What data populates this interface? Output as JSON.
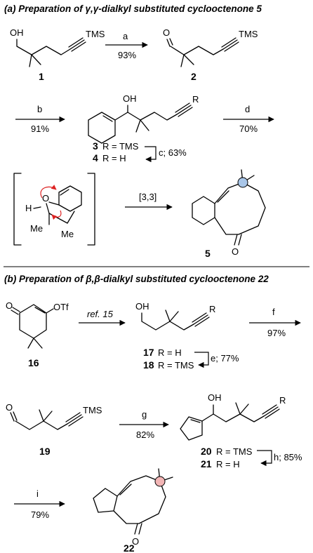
{
  "panel_a": {
    "title": "(a) Preparation of γ,γ-dialkyl substituted cyclooctenone 5",
    "tms": "TMS",
    "oh": "OH",
    "o": "O",
    "r": "R",
    "h": "H",
    "me": "Me",
    "step_a": {
      "reagent": "a",
      "yield": "93%"
    },
    "step_b": {
      "reagent": "b",
      "yield": "91%"
    },
    "step_c": "c; 63%",
    "step_d": {
      "reagent": "d",
      "yield": "70%"
    },
    "step_33": "[3,3]",
    "compound_1": "1",
    "compound_2": "2",
    "compound_3_label": "3",
    "compound_3_r": "R = TMS",
    "compound_4_label": "4",
    "compound_4_r": "R = H",
    "compound_5": "5"
  },
  "panel_b": {
    "title": "(b) Preparation of β,β-dialkyl substituted cyclooctenone 22",
    "otf": "OTf",
    "o": "O",
    "oh": "OH",
    "r": "R",
    "tms": "TMS",
    "ref": "ref. 15",
    "step_e": "e; 77%",
    "step_f": {
      "reagent": "f",
      "yield": "97%"
    },
    "step_g": {
      "reagent": "g",
      "yield": "82%"
    },
    "step_h": "h; 85%",
    "step_i": {
      "reagent": "i",
      "yield": "79%"
    },
    "compound_16": "16",
    "compound_17_label": "17",
    "compound_17_r": "R = H",
    "compound_18_label": "18",
    "compound_18_r": "R = TMS",
    "compound_19": "19",
    "compound_20_label": "20",
    "compound_20_r": "R = TMS",
    "compound_21_label": "21",
    "compound_21_r": "R = H",
    "compound_22": "22"
  },
  "colors": {
    "gamma_marker": "#a9c6e8",
    "beta_marker": "#f2b5b5"
  }
}
